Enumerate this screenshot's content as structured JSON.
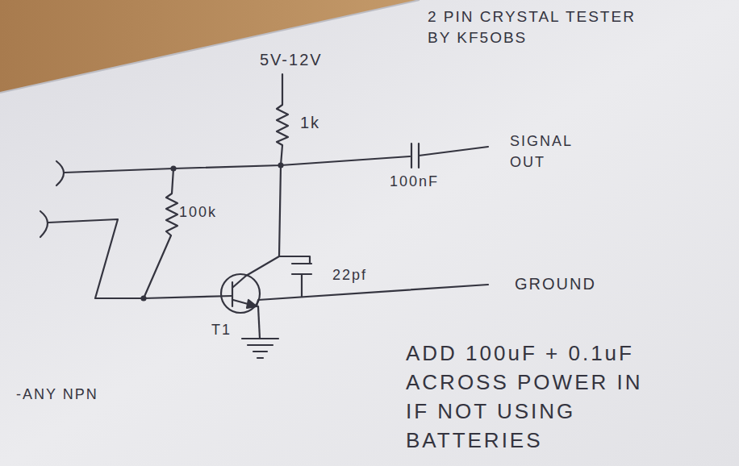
{
  "diagram": {
    "title": "2 PIN CRYSTAL TESTER BY KF5OBS",
    "labels": [
      "5V-12V",
      "1k",
      "100nF",
      "SIGNAL OUT",
      "100k",
      "22pf",
      "GROUND",
      "T1",
      "-ANY NPN",
      "ADD 100uF + 0.1uF ACROSS POWER IN IF NOT USING BATTERIES"
    ]
  }
}
